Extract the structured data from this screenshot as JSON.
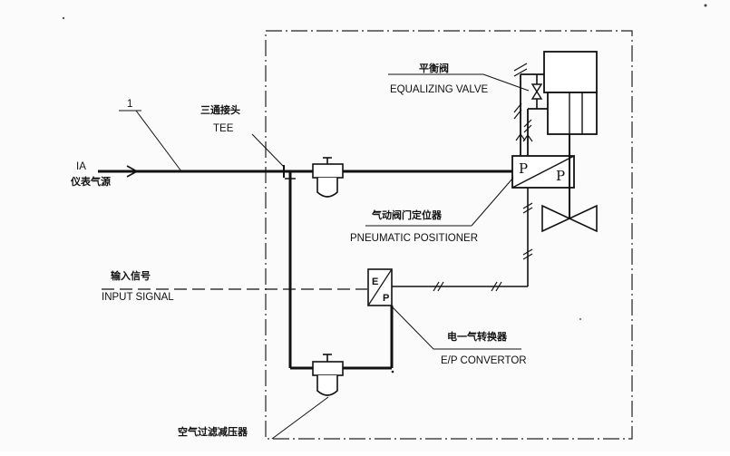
{
  "labels": {
    "line_number": "1",
    "ia": "IA",
    "ia_cn": "仪表气源",
    "tee_cn": "三通接头",
    "tee_en": "TEE",
    "equalizing_cn": "平衡阀",
    "equalizing_en": "EQUALIZING VALVE",
    "positioner_cn": "气动阀门定位器",
    "positioner_en": "PNEUMATIC POSITIONER",
    "input_cn": "输入信号",
    "input_en": "INPUT SIGNAL",
    "converter_cn": "电一气转换器",
    "converter_en": "E/P CONVERTOR",
    "filter_cn": "空气过滤减压器",
    "pp_left": "P",
    "pp_right": "P",
    "ep_top": "E",
    "ep_bottom": "P"
  },
  "colors": {
    "line": "#111111",
    "background": "#fbfbfb"
  }
}
